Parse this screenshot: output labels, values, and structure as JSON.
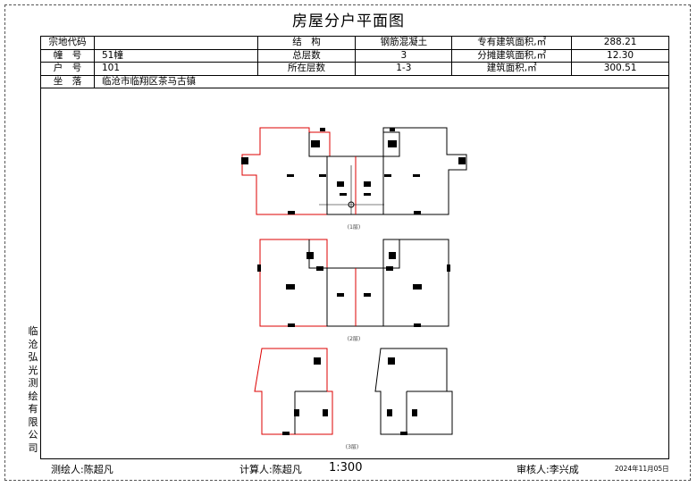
{
  "document": {
    "title": "房屋分户平面图",
    "info_rows": [
      [
        "宗地代码",
        "",
        "结　构",
        "钢筋混凝土",
        "专有建筑面积,㎡",
        "288.21"
      ],
      [
        "幢　号",
        "51幢",
        "总层数",
        "3",
        "分摊建筑面积,㎡",
        "12.30"
      ],
      [
        "户　号",
        "101",
        "所在层数",
        "1-3",
        "建筑面积,㎡",
        "300.51"
      ],
      [
        "坐　落",
        "临沧市临翔区茶马古镇"
      ]
    ],
    "company": "临沧弘光测绘有限公司",
    "floor_labels": [
      "(1层)",
      "(2层)",
      "(3层)"
    ],
    "footer": {
      "surveyor": "测绘人:陈超凡",
      "calculator": "计算人:陈超凡",
      "scale": "1:300",
      "reviewer": "审核人:李兴成",
      "date": "2024年11月05日"
    }
  }
}
